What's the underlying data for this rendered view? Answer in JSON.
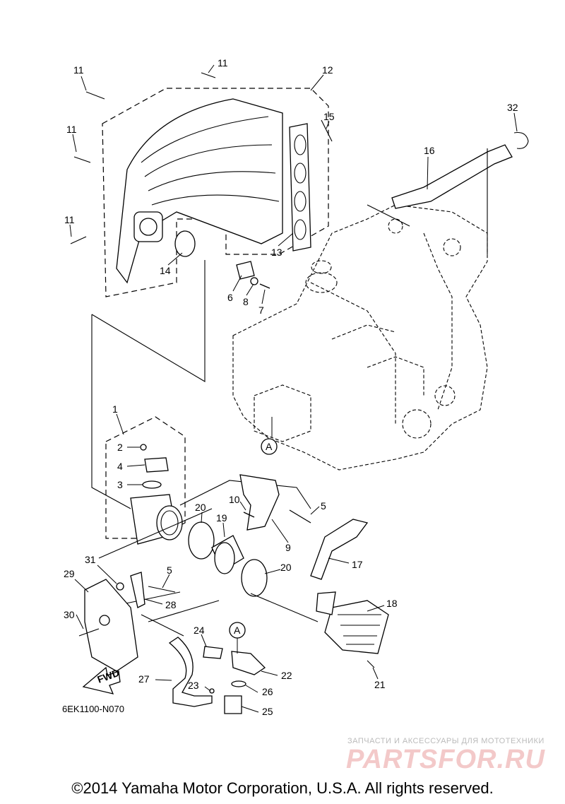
{
  "callouts": [
    {
      "id": "11a",
      "text": "11"
    },
    {
      "id": "11b",
      "text": "11"
    },
    {
      "id": "11c",
      "text": "11"
    },
    {
      "id": "11d",
      "text": "11"
    },
    {
      "id": "12",
      "text": "12"
    },
    {
      "id": "15",
      "text": "15"
    },
    {
      "id": "32",
      "text": "32"
    },
    {
      "id": "16",
      "text": "16"
    },
    {
      "id": "13",
      "text": "13"
    },
    {
      "id": "14",
      "text": "14"
    },
    {
      "id": "6",
      "text": "6"
    },
    {
      "id": "8",
      "text": "8"
    },
    {
      "id": "7",
      "text": "7"
    },
    {
      "id": "1",
      "text": "1"
    },
    {
      "id": "2",
      "text": "2"
    },
    {
      "id": "4",
      "text": "4"
    },
    {
      "id": "3",
      "text": "3"
    },
    {
      "id": "10",
      "text": "10"
    },
    {
      "id": "5a",
      "text": "5"
    },
    {
      "id": "20a",
      "text": "20"
    },
    {
      "id": "19",
      "text": "19"
    },
    {
      "id": "9",
      "text": "9"
    },
    {
      "id": "17",
      "text": "17"
    },
    {
      "id": "31",
      "text": "31"
    },
    {
      "id": "5b",
      "text": "5"
    },
    {
      "id": "29",
      "text": "29"
    },
    {
      "id": "28",
      "text": "28"
    },
    {
      "id": "20b",
      "text": "20"
    },
    {
      "id": "18",
      "text": "18"
    },
    {
      "id": "30",
      "text": "30"
    },
    {
      "id": "24",
      "text": "24"
    },
    {
      "id": "22",
      "text": "22"
    },
    {
      "id": "21",
      "text": "21"
    },
    {
      "id": "27",
      "text": "27"
    },
    {
      "id": "23",
      "text": "23"
    },
    {
      "id": "26",
      "text": "26"
    },
    {
      "id": "25",
      "text": "25"
    },
    {
      "id": "A1",
      "text": "A"
    },
    {
      "id": "A2",
      "text": "A"
    }
  ],
  "fwd_label": "FWD",
  "drawing_code": "6EK1100-N070",
  "watermark": {
    "line1": "ЗАПЧАСТИ И АКСЕССУАРЫ ДЛЯ МОТОТЕХНИКИ",
    "logo": "PARTSFOR.RU"
  },
  "copyright": "©2014 Yamaha Motor Corporation, U.S.A. All rights reserved.",
  "colors": {
    "ink": "#000000",
    "background": "#ffffff",
    "watermark_logo": "#f3c9c9",
    "watermark_text": "#bbbbbb"
  }
}
